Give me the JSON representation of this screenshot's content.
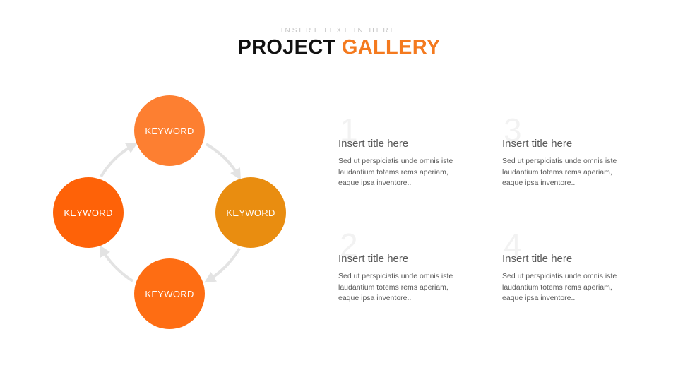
{
  "header": {
    "subtitle": "INSERT TEXT IN HERE",
    "title_part1": "PROJECT",
    "title_part2": "GALLERY"
  },
  "cycle": {
    "nodes": [
      {
        "label": "KEYWORD",
        "color": "#fd7f31"
      },
      {
        "label": "KEYWORD",
        "color": "#e98d10"
      },
      {
        "label": "KEYWORD",
        "color": "#fe6d13"
      },
      {
        "label": "KEYWORD",
        "color": "#fe6208"
      }
    ],
    "arrow_color": "#e3e3e3"
  },
  "items": [
    {
      "number": "1",
      "title": "Insert title here",
      "body": "Sed ut perspiciatis unde omnis iste laudantium totems  rems aperiam, eaque ipsa inventore.."
    },
    {
      "number": "2",
      "title": "Insert title here",
      "body": "Sed ut perspiciatis unde omnis iste laudantium totems  rems aperiam, eaque ipsa inventore.."
    },
    {
      "number": "3",
      "title": "Insert title here",
      "body": "Sed ut perspiciatis unde omnis iste laudantium totems  rems aperiam, eaque ipsa inventore.."
    },
    {
      "number": "4",
      "title": "Insert title here",
      "body": "Sed ut perspiciatis unde omnis iste laudantium totems  rems aperiam, eaque ipsa inventore.."
    }
  ]
}
